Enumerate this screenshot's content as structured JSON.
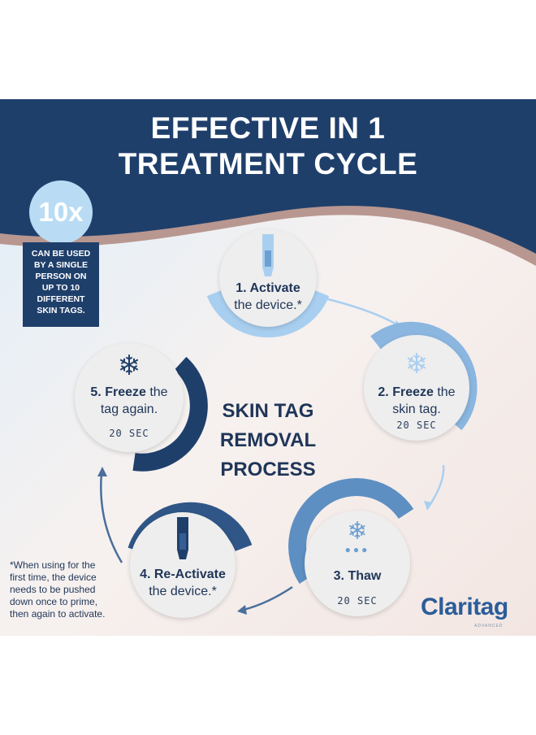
{
  "headline": {
    "line1": "EFFECTIVE IN 1",
    "line2": "TREATMENT CYCLE"
  },
  "badge": {
    "value": "10x",
    "lines": [
      "CAN BE USED",
      "BY A SINGLE",
      "PERSON ON",
      "UP TO 10",
      "DIFFERENT",
      "SKIN TAGS."
    ]
  },
  "center_title": {
    "line1": "SKIN TAG",
    "line2": "REMOVAL",
    "line3": "PROCESS"
  },
  "steps": [
    {
      "bold": "1. Activate",
      "rest": "the device.*",
      "timer": ""
    },
    {
      "bold": "2. Freeze",
      "rest_inline": " the",
      "rest": "skin tag.",
      "timer": "20 SEC"
    },
    {
      "bold": "3. Thaw",
      "rest": "",
      "timer": "20 SEC"
    },
    {
      "bold": "4. Re-Activate",
      "rest": "the device.*",
      "timer": ""
    },
    {
      "bold": "5. Freeze",
      "rest_inline": " the",
      "rest": "tag again.",
      "timer": "20 SEC"
    }
  ],
  "footnote": [
    "*When using for the",
    "first time, the device",
    "needs to be pushed",
    "down once to prime,",
    "then again to activate."
  ],
  "logo": {
    "name": "Claritag",
    "sub": "ADVANCED"
  },
  "icons": {
    "device": "device-icon",
    "snowflake": "snowflake-icon",
    "thaw": "snowflake-drops-icon",
    "arrow": "arrow-icon"
  },
  "colors": {
    "navy": "#1f3f6b",
    "light_blue": "#a9cff0",
    "mid_blue": "#6d9fd0",
    "text": "#1f3558"
  }
}
